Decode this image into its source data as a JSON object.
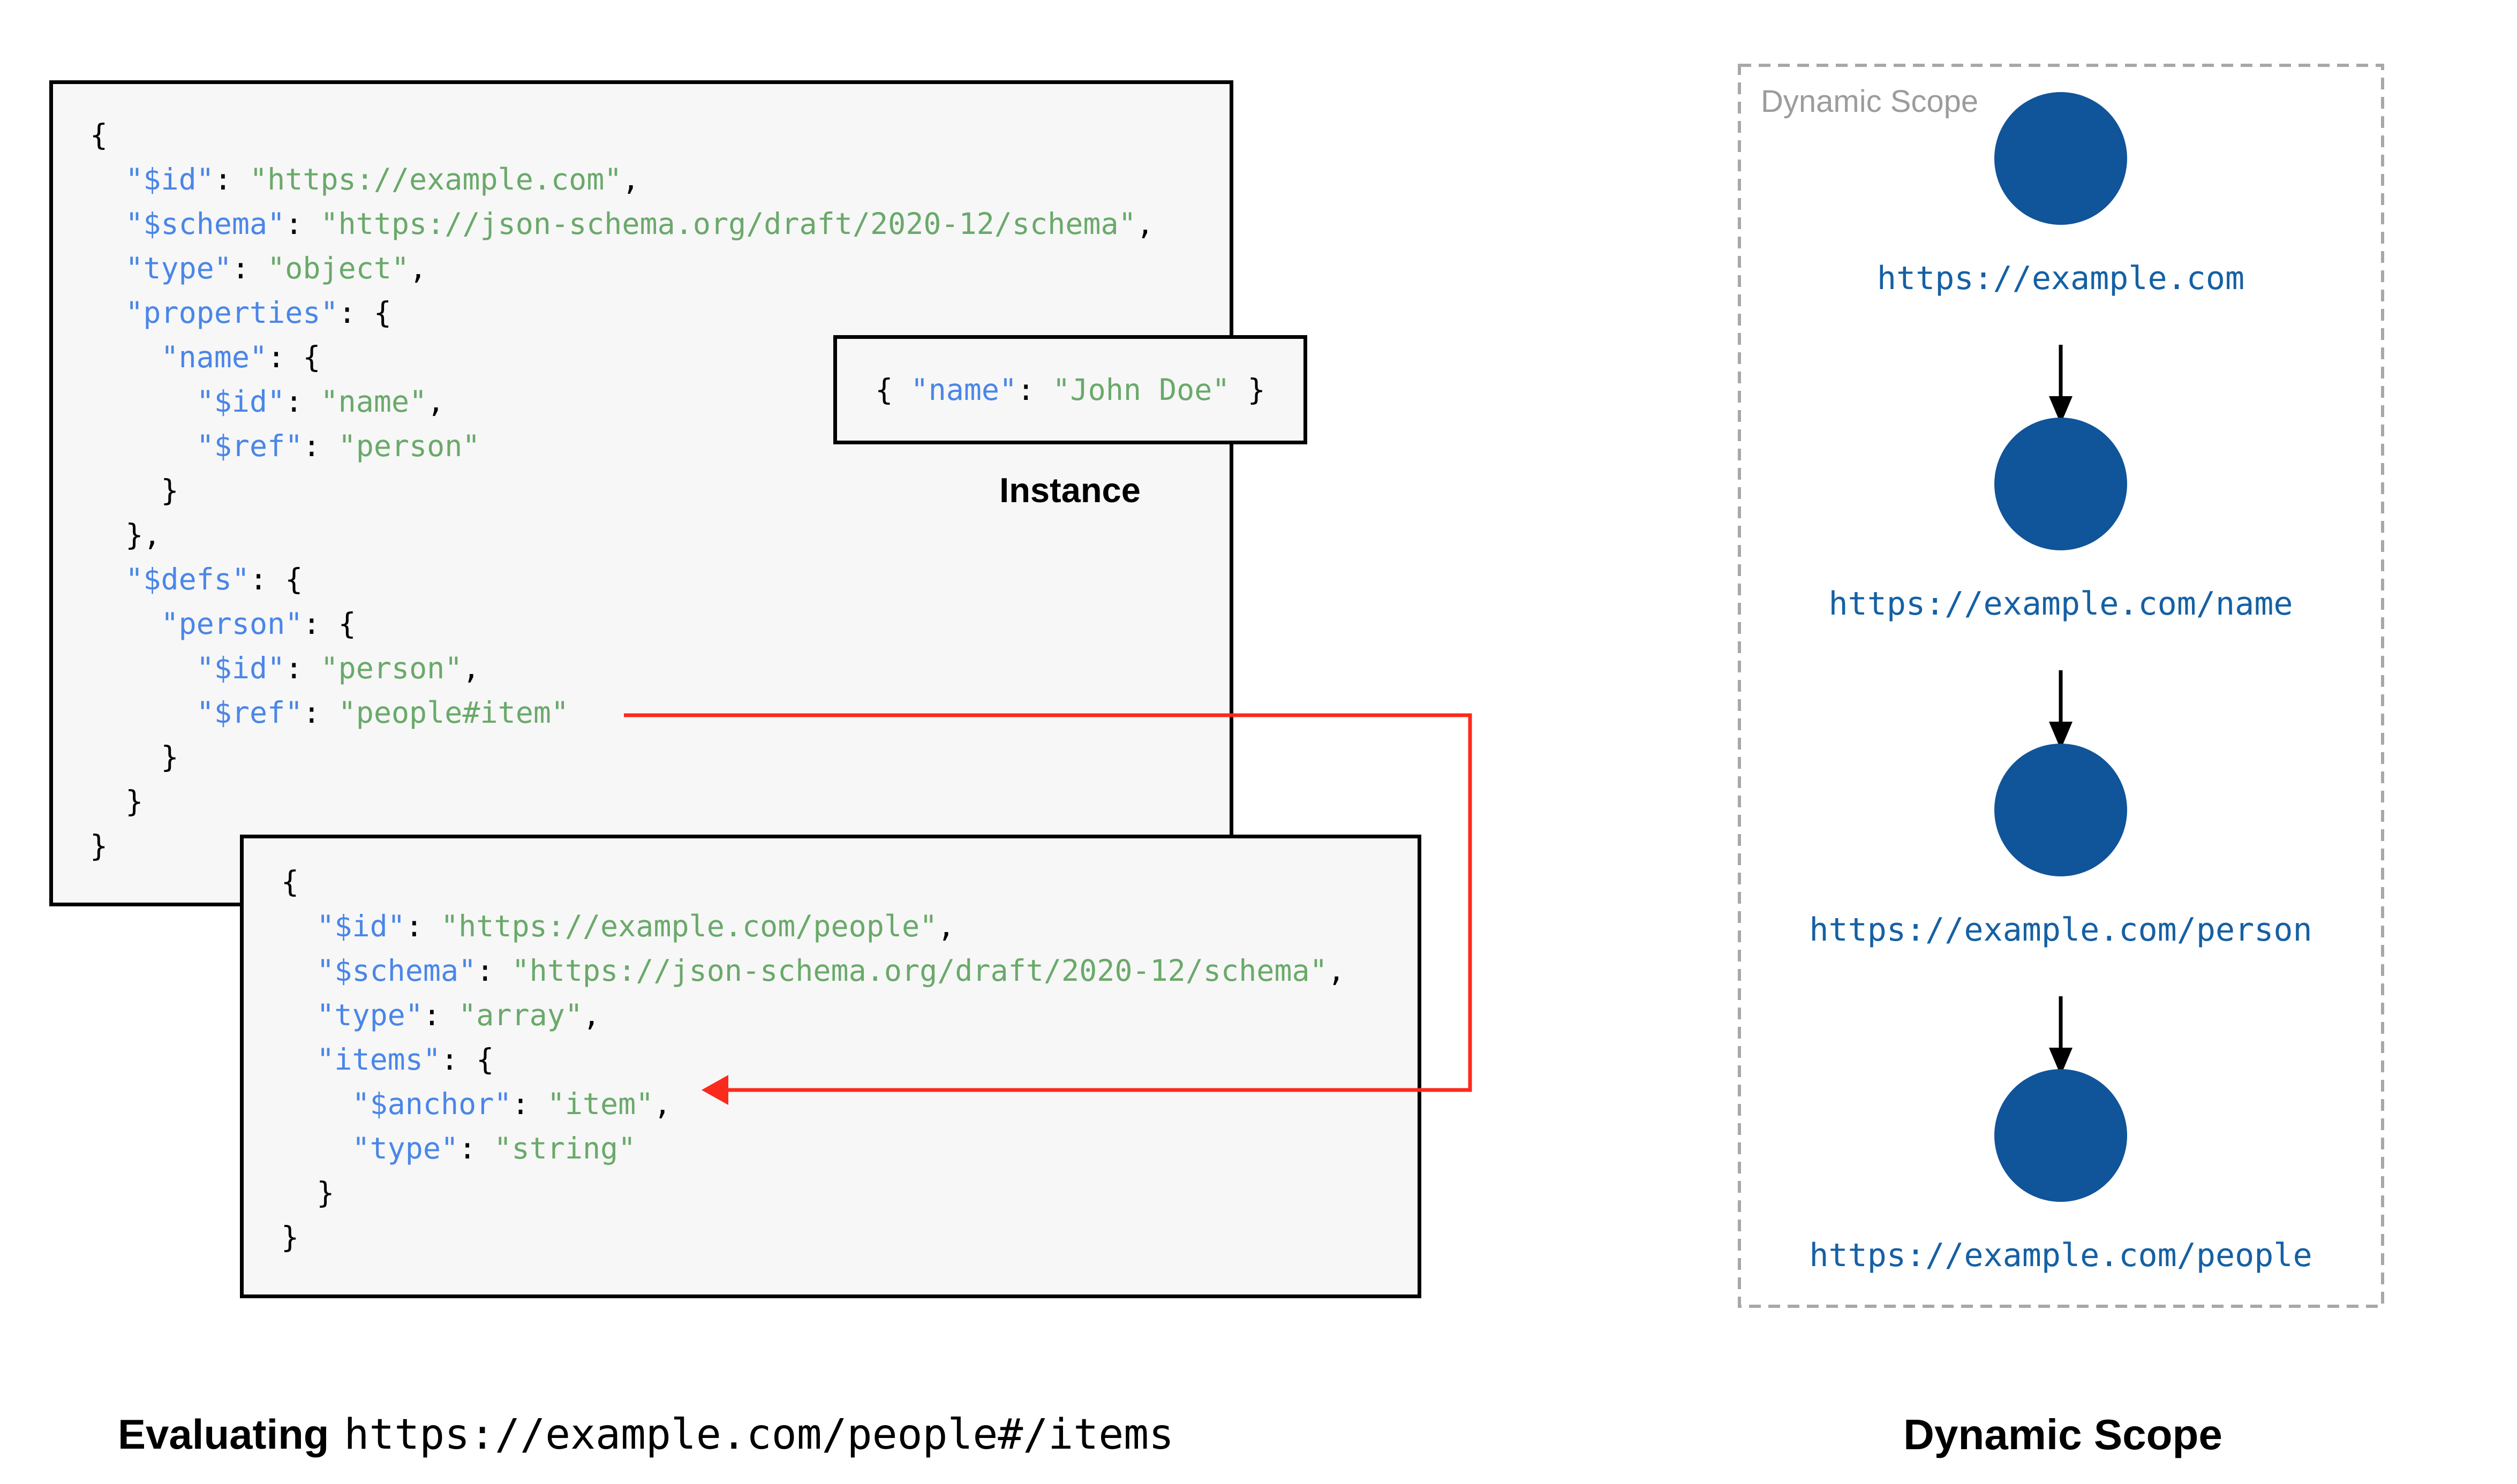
{
  "colors": {
    "key": "#4a86e8",
    "string": "#6aa96a",
    "punctuation": "#000000",
    "box_background": "#f7f7f7",
    "box_border": "#000000",
    "red_arrow": "#fa2a1c",
    "circle_fill": "#10549a",
    "url_label": "#1560a4",
    "dashed_border": "#a8a8a8",
    "frame_label_gray": "#9c9c9c",
    "black_arrow": "#000000"
  },
  "schema_main": {
    "lines": [
      "{",
      "  \"$id\": \"https://example.com\",",
      "  \"$schema\": \"https://json-schema.org/draft/2020-12/schema\",",
      "  \"type\": \"object\",",
      "  \"properties\": {",
      "    \"name\": {",
      "      \"$id\": \"name\",",
      "      \"$ref\": \"person\"",
      "    }",
      "  },",
      "  \"$defs\": {",
      "    \"person\": {",
      "      \"$id\": \"person\",",
      "      \"$ref\": \"people#item\"",
      "    }",
      "  }",
      "}"
    ]
  },
  "instance": {
    "code": "{ \"name\": \"John Doe\" }",
    "label": "Instance"
  },
  "schema_people": {
    "lines": [
      "{",
      "  \"$id\": \"https://example.com/people\",",
      "  \"$schema\": \"https://json-schema.org/draft/2020-12/schema\",",
      "  \"type\": \"array\",",
      "  \"items\": {",
      "    \"$anchor\": \"item\",",
      "    \"type\": \"string\"",
      "  }",
      "}"
    ]
  },
  "dynamic_scope": {
    "frame_label": "Dynamic Scope",
    "nodes": [
      {
        "url": "https://example.com"
      },
      {
        "url": "https://example.com/name"
      },
      {
        "url": "https://example.com/person"
      },
      {
        "url": "https://example.com/people"
      }
    ]
  },
  "captions": {
    "evaluating_prefix": "Evaluating",
    "evaluating_target": "https://example.com/people#/items",
    "dynamic_scope": "Dynamic Scope"
  }
}
